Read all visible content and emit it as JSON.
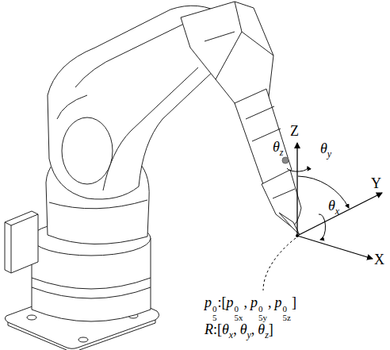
{
  "diagram": {
    "labels": [
      "Z",
      "Y",
      "X",
      "θ",
      "z",
      "θ",
      "y",
      "θ",
      "x",
      "p",
      "0",
      "5",
      ":[",
      "p",
      "0",
      "5x",
      ",",
      "p",
      "0",
      "5y",
      ",",
      "p",
      "0",
      "5z",
      "]",
      "R",
      ":[",
      "θ",
      "x",
      ",",
      "θ",
      "y",
      ",",
      "θ",
      "z",
      "]"
    ]
  }
}
